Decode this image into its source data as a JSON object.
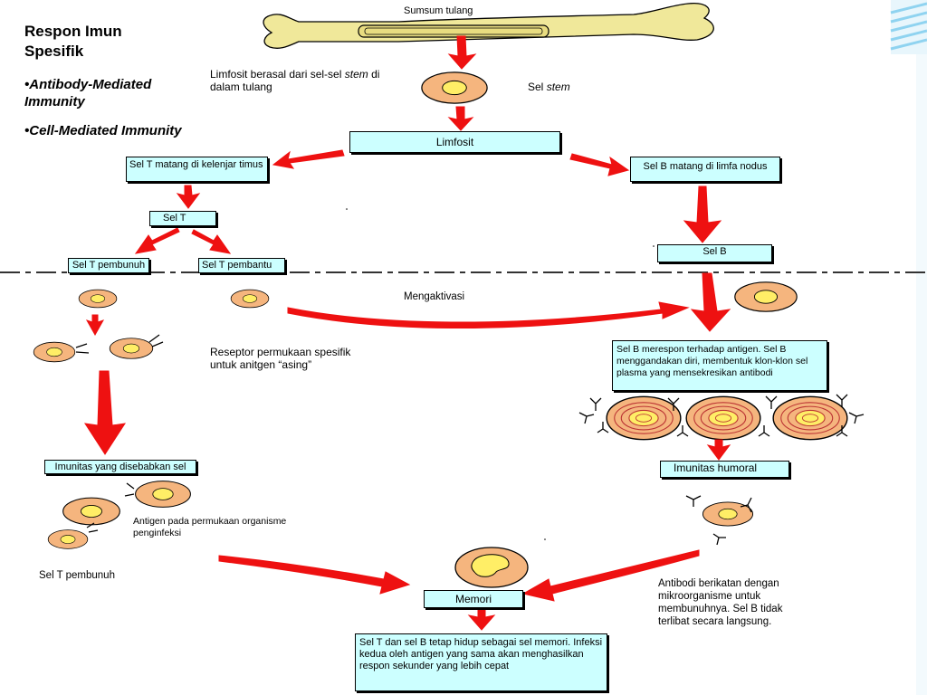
{
  "sidebar": {
    "title": "Respon Imun Spesifik",
    "bullets": [
      {
        "marker": "•",
        "text": "Antibody-Mediated Immunity"
      },
      {
        "marker": "•",
        "text": "Cell-Mediated Immunity"
      }
    ]
  },
  "diagram": {
    "bone_label": "Sumsum  tulang",
    "origin_note_prefix": "Limfosit berasal dari sel-sel ",
    "origin_note_italic": "stem",
    "origin_note_suffix": " di dalam tulang",
    "stem_cell_prefix": "Sel ",
    "stem_cell_italic": "stem",
    "limfosit": "Limfosit",
    "t_mature": "Sel T matang di kelenjar timus",
    "b_mature": "Sel B matang di limfa nodus",
    "sel_t": "Sel T",
    "sel_b": "Sel B",
    "t_killer": "Sel T pembunuh",
    "t_helper": "Sel T pembantu",
    "activates": "Mengaktivasi",
    "receptor_note": "Reseptor permukaan spesifik untuk anitgen “asing”",
    "b_response": "Sel B merespon terhadap antigen. Sel B menggandakan diri, membentuk klon-klon sel plasma yang mensekresikan antibodi",
    "cell_immunity": "Imunitas yang disebabkan sel",
    "humoral": "Imunitas humoral",
    "antigen_note": "Antigen pada permukaan organisme penginfeksi",
    "t_killer_bottom": "Sel T pembunuh",
    "antibody_note": "Antibodi berikatan dengan mikroorganisme untuk membunuhnya. Sel B tidak terlibat secara langsung.",
    "memory": "Memori",
    "memory_note": "Sel T dan sel B tetap hidup sebagai sel memori. Infeksi kedua oleh antigen yang sama akan menghasilkan respon sekunder yang lebih cepat"
  },
  "colors": {
    "cell_fill": "#f5b57e",
    "nucleus_fill": "#ffee66",
    "box_fill": "#ccffff",
    "arrow": "#ee1111",
    "bone": "#f0e89a",
    "accent_stripes": "#8fd3f0"
  }
}
